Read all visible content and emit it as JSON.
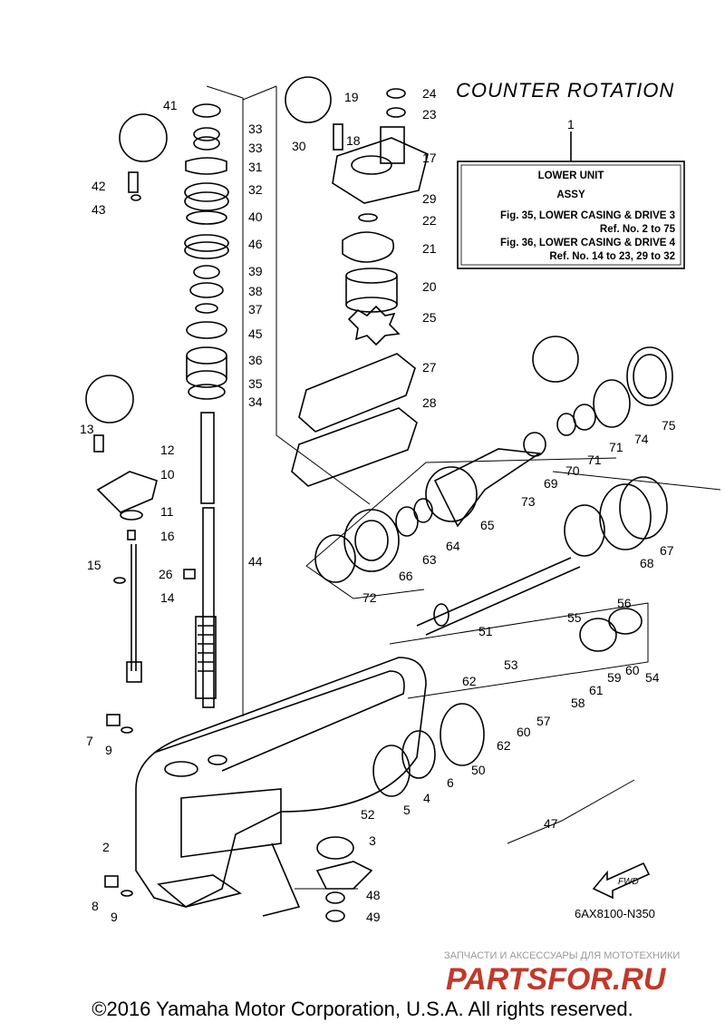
{
  "diagram": {
    "title": "COUNTER ROTATION",
    "reference_box": {
      "callout": "1",
      "lines": [
        "LOWER UNIT",
        "ASSY",
        "Fig. 35, LOWER CASING & DRIVE 3",
        "Ref. No. 2 to 75",
        "Fig. 36, LOWER CASING & DRIVE 4",
        "Ref. No. 14 to 23, 29 to 32"
      ]
    },
    "fwd_label": "FWD",
    "code": "6AX8100-N350",
    "callouts": [
      "41",
      "33",
      "33",
      "31",
      "32",
      "40",
      "46",
      "39",
      "38",
      "37",
      "45",
      "36",
      "35",
      "34",
      "42",
      "43",
      "19",
      "24",
      "23",
      "18",
      "30",
      "17",
      "29",
      "22",
      "21",
      "20",
      "25",
      "27",
      "28",
      "13",
      "12",
      "10",
      "11",
      "16",
      "15",
      "14",
      "26",
      "44",
      "75",
      "74",
      "71",
      "71",
      "70",
      "69",
      "73",
      "65",
      "64",
      "63",
      "66",
      "72",
      "67",
      "68",
      "56",
      "55",
      "51",
      "60",
      "54",
      "59",
      "61",
      "58",
      "57",
      "60",
      "53",
      "62",
      "62",
      "50",
      "6",
      "4",
      "5",
      "52",
      "3",
      "47",
      "2",
      "7",
      "9",
      "8",
      "9",
      "48",
      "49"
    ]
  },
  "watermark": {
    "tagline": "ЗАПЧАСТИ И АКСЕССУАРЫ ДЛЯ МОТОТЕХНИКИ",
    "brand": "PARTSFOR.RU"
  },
  "footer": {
    "copyright": "©2016 Yamaha Motor Corporation, U.S.A. All rights reserved."
  }
}
